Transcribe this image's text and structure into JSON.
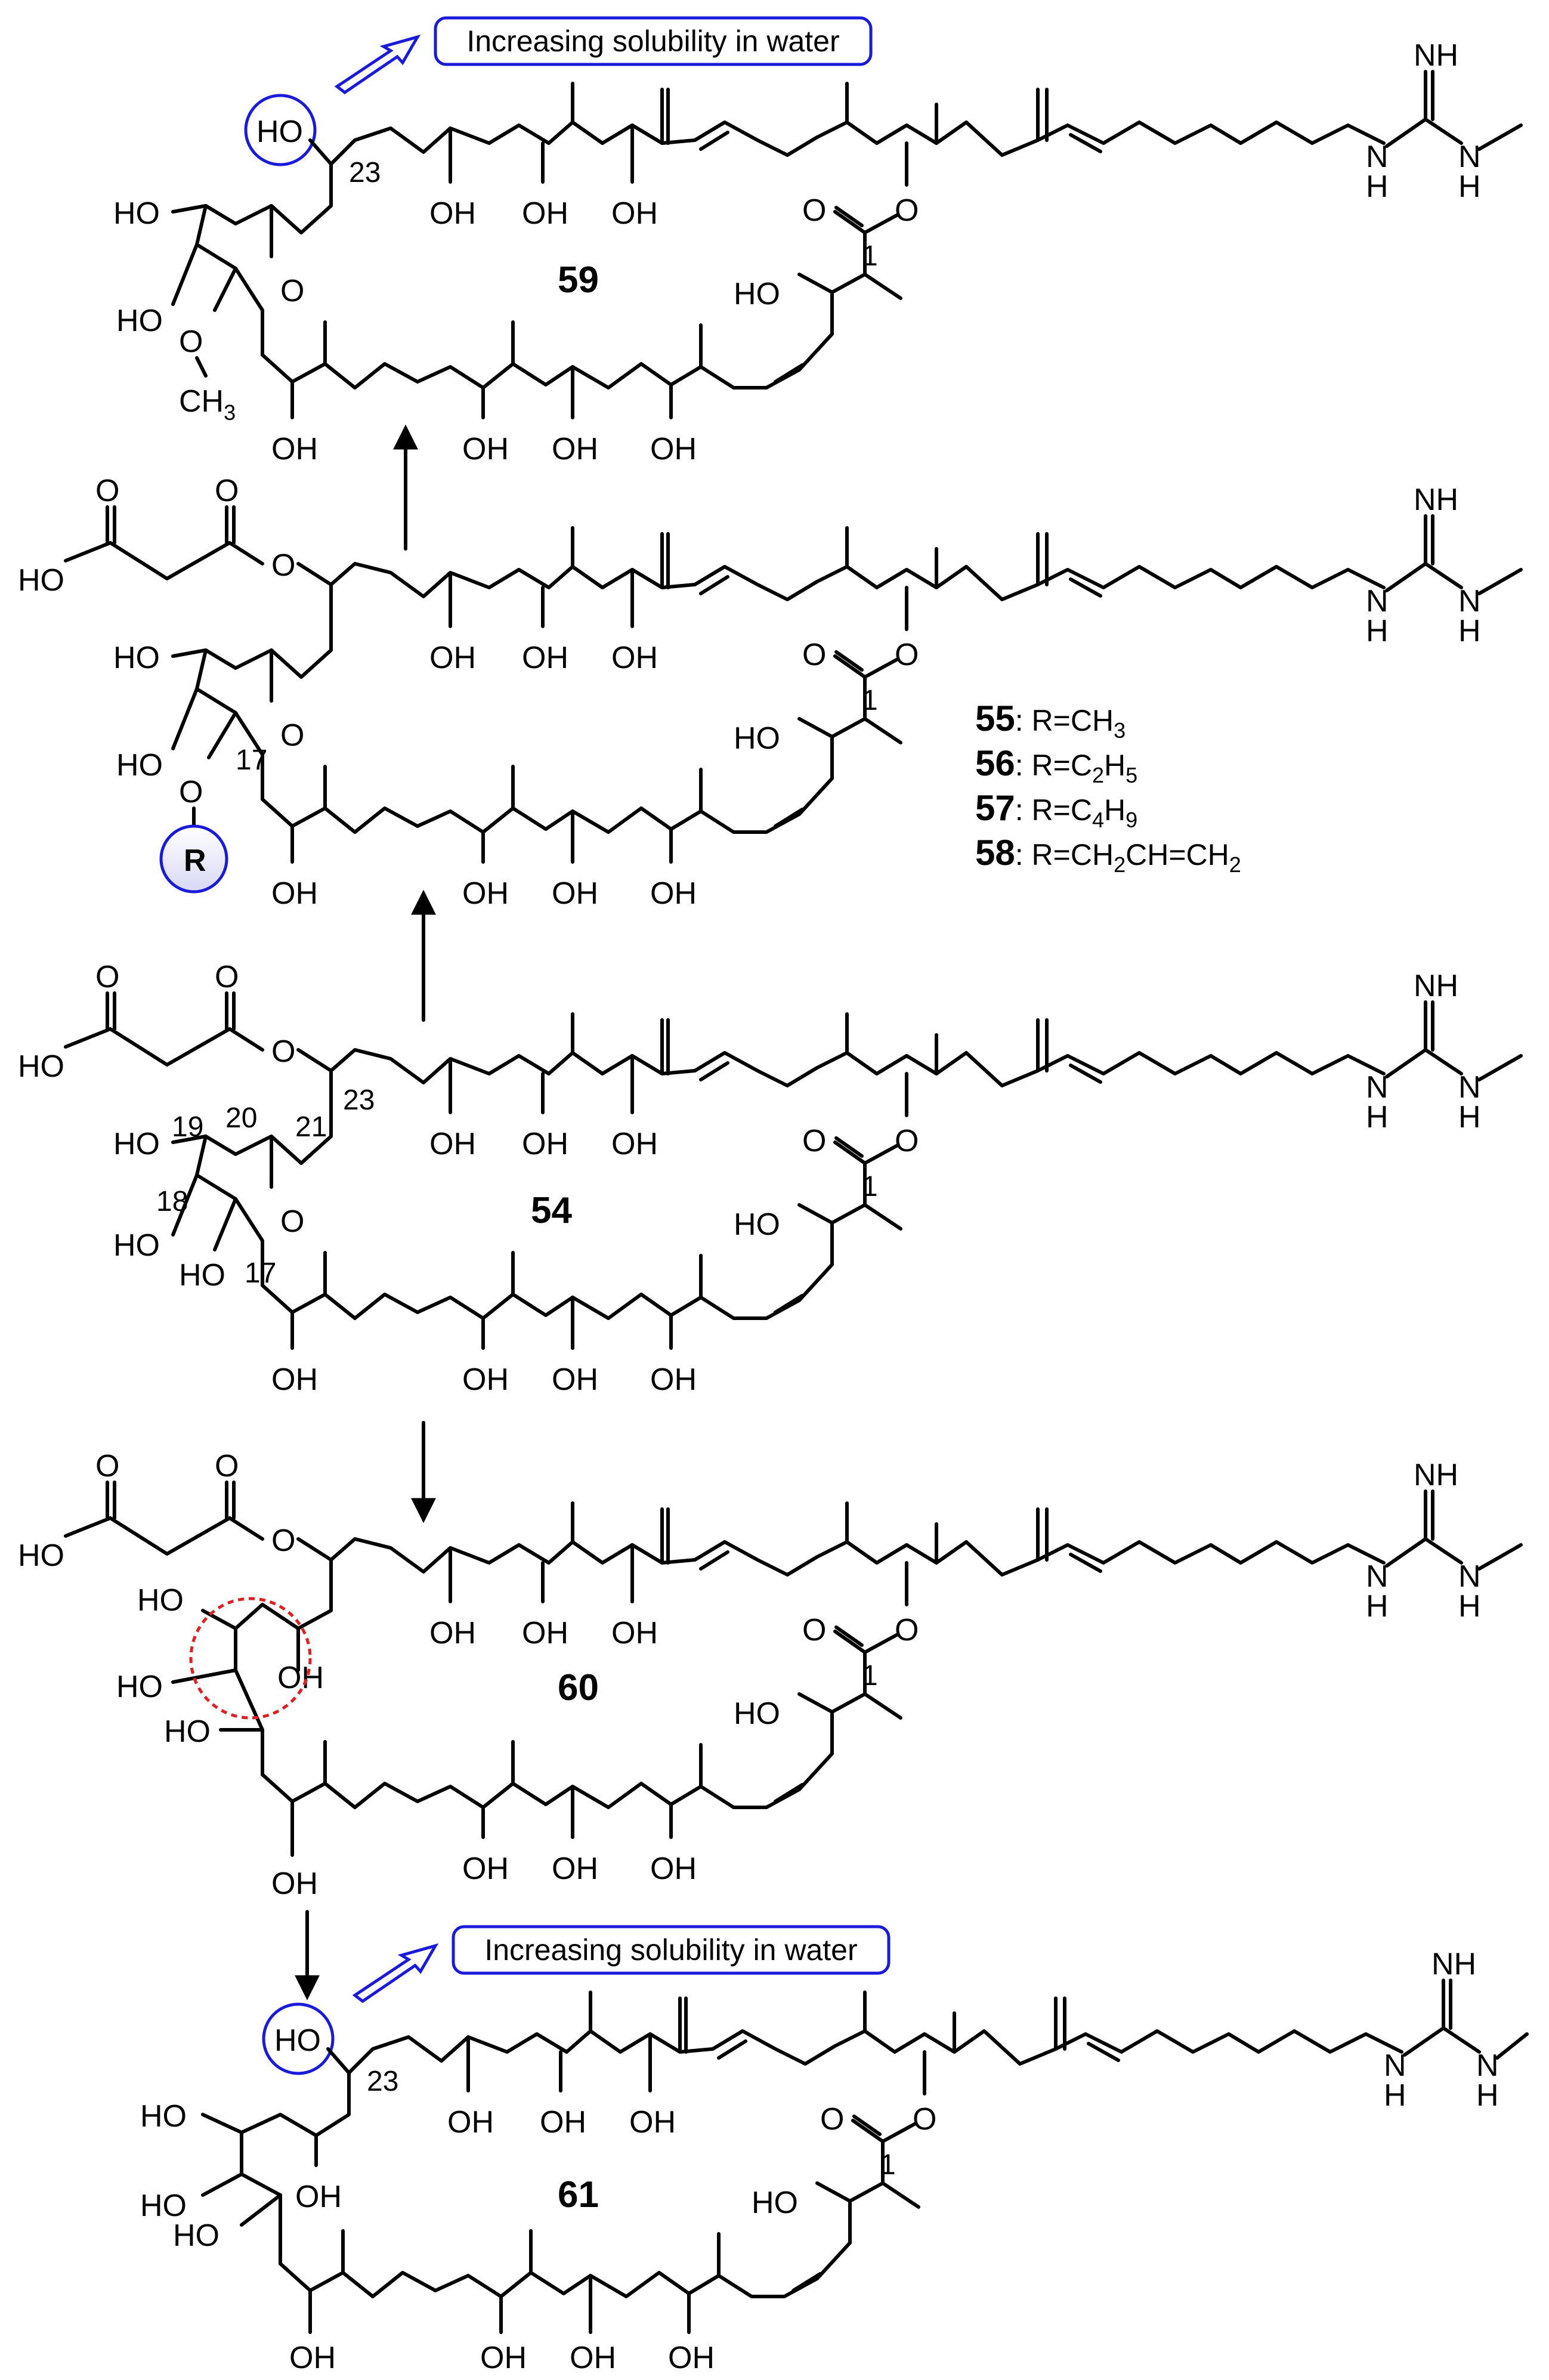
{
  "labels": {
    "oh": "OH",
    "ho": "HO",
    "o": "O",
    "nh": "NH",
    "n": "N",
    "h": "H",
    "ch3": "CH",
    "ch3_sub": "3",
    "r": "R"
  },
  "compounds": {
    "c59": "59",
    "c54": "54",
    "c60": "60",
    "c61": "61"
  },
  "locants": {
    "n1": "1",
    "n17": "17",
    "n18": "18",
    "n19": "19",
    "n20": "20",
    "n21": "21",
    "n23": "23"
  },
  "callouts": {
    "top": "Increasing solubility in water",
    "bottom": "Increasing solubility in water"
  },
  "r_groups": [
    {
      "num": "55",
      "text": "R=CH",
      "sub": "3",
      "tail": ""
    },
    {
      "num": "56",
      "text": "R=C",
      "sub": "2",
      "tail": "H",
      "sub2": "5"
    },
    {
      "num": "57",
      "text": "R=C",
      "sub": "4",
      "tail": "H",
      "sub2": "9"
    },
    {
      "num": "58",
      "text": "R=CH",
      "sub": "2",
      "tail": "CH=CH",
      "sub2": "2"
    }
  ],
  "colors": {
    "bond": "#000000",
    "highlight_blue": "#1a1adb",
    "highlight_red": "#e02020",
    "callout_border": "#1a1adb"
  }
}
